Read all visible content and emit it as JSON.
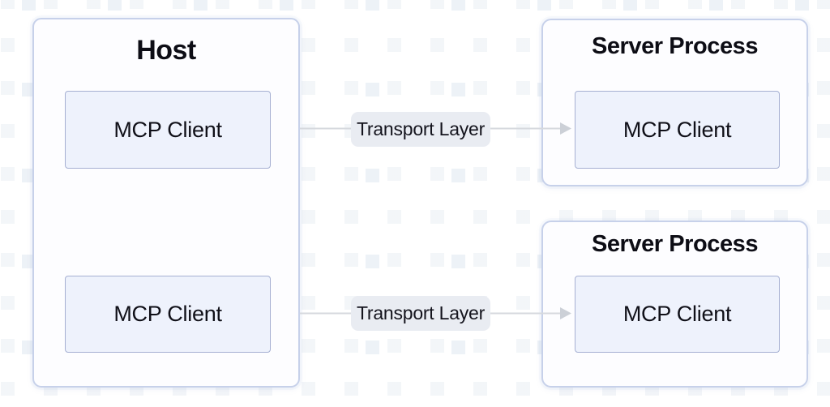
{
  "diagram": {
    "host": {
      "title": "Host",
      "clients": [
        {
          "label": "MCP Client"
        },
        {
          "label": "MCP Client"
        }
      ]
    },
    "servers": [
      {
        "title": "Server Process",
        "client": {
          "label": "MCP Client"
        }
      },
      {
        "title": "Server Process",
        "client": {
          "label": "MCP Client"
        }
      }
    ],
    "connectors": [
      {
        "label": "Transport Layer"
      },
      {
        "label": "Transport Layer"
      }
    ],
    "colors": {
      "background": "#ffffff",
      "pattern_square": "#e9eef4",
      "outer_box_fill": "#fdfdff",
      "outer_box_border": "#c7d1ea",
      "inner_box_fill": "#eef2fc",
      "inner_box_border": "#a6b0d2",
      "label_fill": "#e9ecf2",
      "connector": "#d6d9de",
      "arrowhead": "#ccd0d7",
      "text": "#0d0d15"
    }
  }
}
